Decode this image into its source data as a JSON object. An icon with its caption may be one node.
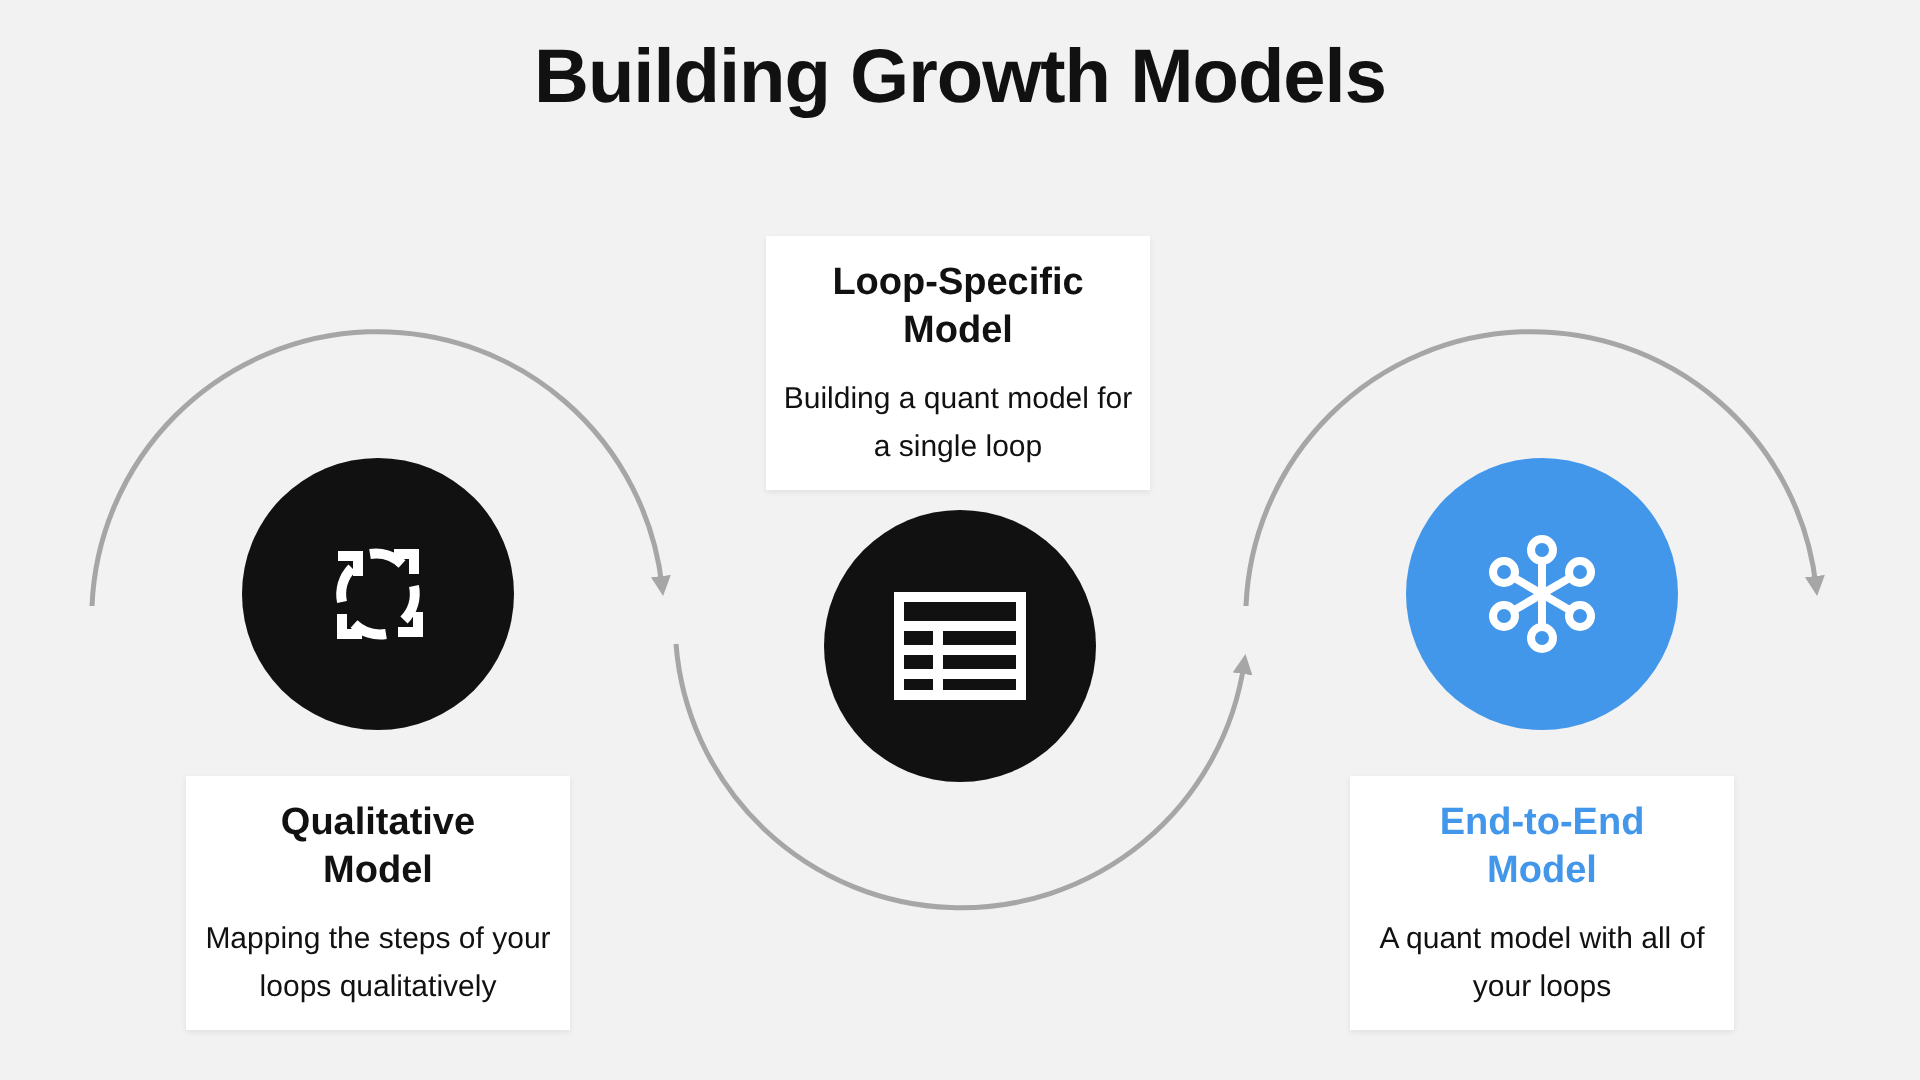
{
  "diagram": {
    "title": "Building Growth Models",
    "nodes": [
      {
        "text": [],
        "shape": "circle"
      },
      {
        "text": [
          "Qualitative Model",
          "Mapping the steps of your loops qualitatively"
        ]
      },
      {
        "text": [
          "Loop-Specific Model",
          "Building a quant model for a single loop"
        ]
      },
      {
        "text": [],
        "shape": "circle"
      },
      {
        "text": [],
        "shape": "circle"
      },
      {
        "text": [
          "End-to-End Model",
          "A quant model with all of your loops"
        ]
      }
    ]
  }
}
